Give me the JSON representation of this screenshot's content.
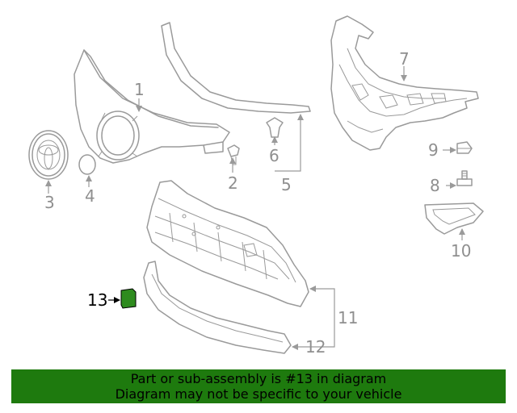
{
  "diagram": {
    "callouts": {
      "c1": "1",
      "c2": "2",
      "c3": "3",
      "c4": "4",
      "c5": "5",
      "c6": "6",
      "c7": "7",
      "c8": "8",
      "c9": "9",
      "c10": "10",
      "c11": "11",
      "c12": "12",
      "c13": "13"
    },
    "highlight_part": "13",
    "highlight_color": "#2e8b1e",
    "line_color": "#9a9a9a"
  },
  "banner": {
    "line1": "Part or sub-assembly is #13 in diagram",
    "line2": "Diagram may not be specific to your vehicle",
    "background": "#1e7a0e"
  }
}
